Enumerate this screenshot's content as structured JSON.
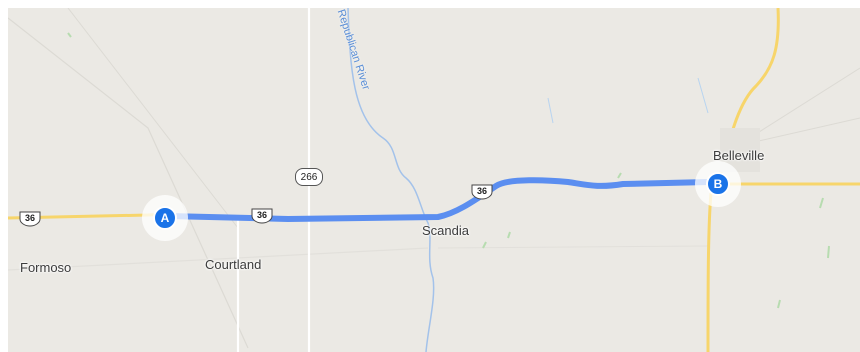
{
  "map": {
    "places": {
      "formoso": "Formoso",
      "courtland": "Courtland",
      "scandia": "Scandia",
      "belleville": "Belleville"
    },
    "river": "Republican River",
    "shields": {
      "us36_left": "36",
      "us36_mid": "36",
      "us36_right": "36",
      "k266": "266"
    },
    "markers": {
      "start": "A",
      "end": "B"
    },
    "colors": {
      "background": "#ebe9e4",
      "route": "#5b8ef0",
      "highway": "#f7d56b",
      "road": "#ffffff",
      "water": "#a3c2ea",
      "marker": "#1a73e8"
    }
  }
}
